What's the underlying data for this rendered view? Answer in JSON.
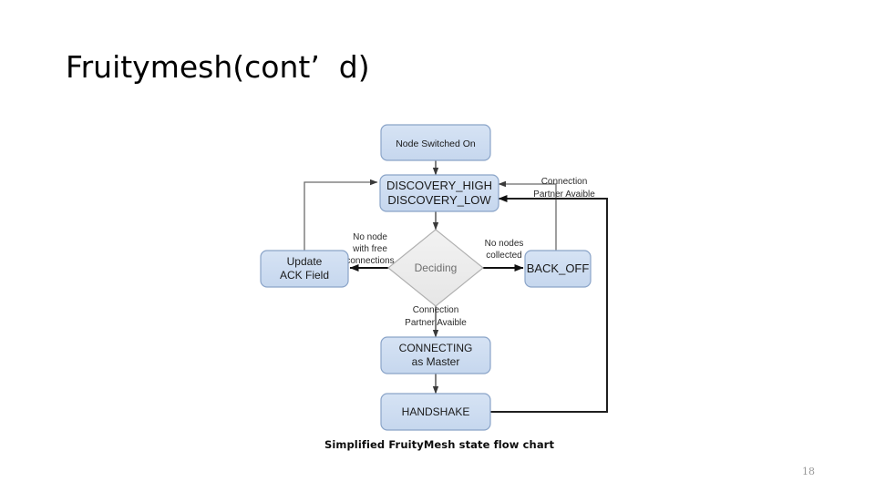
{
  "slide": {
    "title": "Fruitymesh(cont’  d)",
    "page_number": "18",
    "caption": "Simplified FruityMesh state flow chart"
  },
  "colors": {
    "node_fill": "#ccdcf0",
    "node_stroke": "#8aa4c8",
    "decision_fill": "#ececec",
    "decision_stroke": "#b0b0b0",
    "edge_thin": "#6b6b6b",
    "edge_thick": "#1a1a1a",
    "background": "#ffffff",
    "page_number": "#9a9a9a"
  },
  "chart_data": {
    "type": "diagram",
    "title": "Simplified FruityMesh state flow chart",
    "nodes": [
      {
        "id": "node-switched-on",
        "shape": "rounded-rect",
        "label": "Node Switched On",
        "lines": [
          "Node Switched On"
        ]
      },
      {
        "id": "discovery",
        "shape": "rounded-rect",
        "label": "DISCOVERY_HIGH DISCOVERY_LOW",
        "lines": [
          "DISCOVERY_HIGH",
          "DISCOVERY_LOW"
        ]
      },
      {
        "id": "deciding",
        "shape": "diamond",
        "label": "Deciding",
        "lines": [
          "Deciding"
        ]
      },
      {
        "id": "update-ack-field",
        "shape": "rounded-rect",
        "label": "Update ACK Field",
        "lines": [
          "Update",
          "ACK Field"
        ]
      },
      {
        "id": "back-off",
        "shape": "rounded-rect",
        "label": "BACK_OFF",
        "lines": [
          "BACK_OFF"
        ]
      },
      {
        "id": "connecting-as-master",
        "shape": "rounded-rect",
        "label": "CONNECTING as Master",
        "lines": [
          "CONNECTING",
          "as Master"
        ]
      },
      {
        "id": "handshake",
        "shape": "rounded-rect",
        "label": "HANDSHAKE",
        "lines": [
          "HANDSHAKE"
        ]
      }
    ],
    "edges": [
      {
        "from": "node-switched-on",
        "to": "discovery",
        "label": ""
      },
      {
        "from": "discovery",
        "to": "deciding",
        "label": ""
      },
      {
        "from": "deciding",
        "to": "update-ack-field",
        "label": "No node with free connections"
      },
      {
        "from": "deciding",
        "to": "back-off",
        "label": "No nodes collected"
      },
      {
        "from": "deciding",
        "to": "connecting-as-master",
        "label": "Connection Partner Avaible"
      },
      {
        "from": "connecting-as-master",
        "to": "handshake",
        "label": ""
      },
      {
        "from": "update-ack-field",
        "to": "discovery",
        "label": ""
      },
      {
        "from": "back-off",
        "to": "discovery",
        "label": ""
      },
      {
        "from": "handshake",
        "to": "discovery",
        "label": "Connection Partner Avaible"
      }
    ],
    "labels": {
      "no_node_free_1": "No node",
      "no_node_free_2": "with free",
      "no_node_free_3": "connections",
      "no_nodes_collected_1": "No nodes",
      "no_nodes_collected_2": "collected",
      "conn_partner_bottom_1": "Connection",
      "conn_partner_bottom_2": "Partner Avaible",
      "conn_partner_right_1": "Connection",
      "conn_partner_right_2": "Partner Avaible"
    },
    "node_text": {
      "node_switched_on": "Node Switched On",
      "discovery_high": "DISCOVERY_HIGH",
      "discovery_low": "DISCOVERY_LOW",
      "deciding": "Deciding",
      "update_1": "Update",
      "update_2": "ACK Field",
      "back_off": "BACK_OFF",
      "connecting_1": "CONNECTING",
      "connecting_2": "as Master",
      "handshake": "HANDSHAKE"
    }
  }
}
